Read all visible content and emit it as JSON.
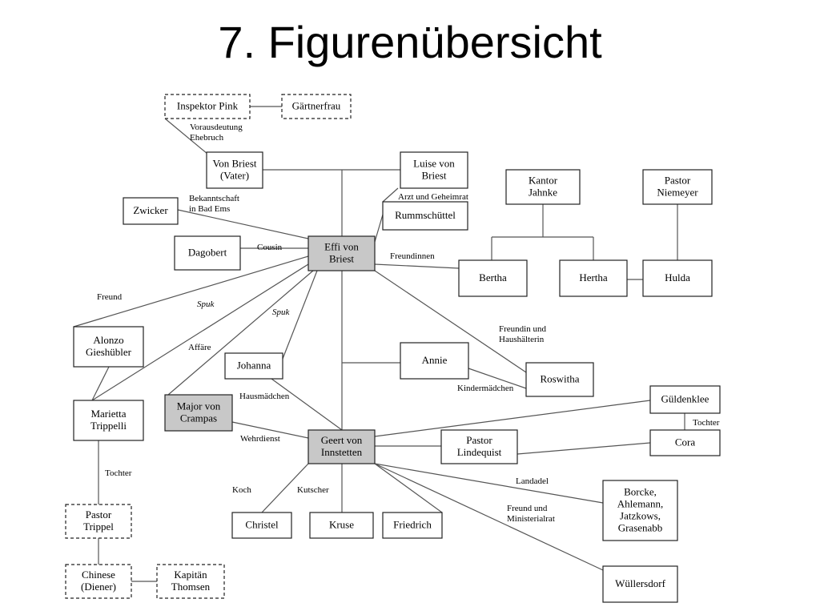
{
  "slide": {
    "title": "7. Figurenübersicht"
  },
  "nodes": [
    {
      "id": "inspektor-pink",
      "lines": [
        "Inspektor Pink"
      ],
      "style": "dashed"
    },
    {
      "id": "gaertnerfrau",
      "lines": [
        "Gärtnerfrau"
      ],
      "style": "dashed"
    },
    {
      "id": "von-briest",
      "lines": [
        "Von Briest",
        "(Vater)"
      ],
      "style": "solid"
    },
    {
      "id": "luise-von-briest",
      "lines": [
        "Luise von",
        "Briest"
      ],
      "style": "solid"
    },
    {
      "id": "rummschuettel",
      "lines": [
        "Rummschüttel"
      ],
      "style": "solid"
    },
    {
      "id": "zwicker",
      "lines": [
        "Zwicker"
      ],
      "style": "solid"
    },
    {
      "id": "dagobert",
      "lines": [
        "Dagobert"
      ],
      "style": "solid"
    },
    {
      "id": "effi-von-briest",
      "lines": [
        "Effi von",
        "Briest"
      ],
      "style": "filled"
    },
    {
      "id": "kantor-jahnke",
      "lines": [
        "Kantor",
        "Jahnke"
      ],
      "style": "solid"
    },
    {
      "id": "pastor-niemeyer",
      "lines": [
        "Pastor",
        "Niemeyer"
      ],
      "style": "solid"
    },
    {
      "id": "bertha",
      "lines": [
        "Bertha"
      ],
      "style": "solid"
    },
    {
      "id": "hertha",
      "lines": [
        "Hertha"
      ],
      "style": "solid"
    },
    {
      "id": "hulda",
      "lines": [
        "Hulda"
      ],
      "style": "solid"
    },
    {
      "id": "alonzo-gieshuebler",
      "lines": [
        "Alonzo",
        "Gieshübler"
      ],
      "style": "solid"
    },
    {
      "id": "johanna",
      "lines": [
        "Johanna"
      ],
      "style": "solid"
    },
    {
      "id": "annie",
      "lines": [
        "Annie"
      ],
      "style": "solid"
    },
    {
      "id": "roswitha",
      "lines": [
        "Roswitha"
      ],
      "style": "solid"
    },
    {
      "id": "marietta-trippelli",
      "lines": [
        "Marietta",
        "Trippelli"
      ],
      "style": "solid"
    },
    {
      "id": "major-von-crampas",
      "lines": [
        "Major von",
        "Crampas"
      ],
      "style": "filled"
    },
    {
      "id": "geert-von-innstetten",
      "lines": [
        "Geert von",
        "Innstetten"
      ],
      "style": "filled"
    },
    {
      "id": "pastor-lindequist",
      "lines": [
        "Pastor",
        "Lindequist"
      ],
      "style": "solid"
    },
    {
      "id": "gueldenklee",
      "lines": [
        "Güldenklee"
      ],
      "style": "solid"
    },
    {
      "id": "cora",
      "lines": [
        "Cora"
      ],
      "style": "solid"
    },
    {
      "id": "pastor-trippel",
      "lines": [
        "Pastor",
        "Trippel"
      ],
      "style": "dashed"
    },
    {
      "id": "christel",
      "lines": [
        "Christel"
      ],
      "style": "solid"
    },
    {
      "id": "kruse",
      "lines": [
        "Kruse"
      ],
      "style": "solid"
    },
    {
      "id": "friedrich",
      "lines": [
        "Friedrich"
      ],
      "style": "solid"
    },
    {
      "id": "borcke-group",
      "lines": [
        "Borcke,",
        "Ahlemann,",
        "Jatzkows,",
        "Grasenabb"
      ],
      "style": "solid"
    },
    {
      "id": "chinese",
      "lines": [
        "Chinese",
        "(Diener)"
      ],
      "style": "dashed"
    },
    {
      "id": "kapitaen-thomsen",
      "lines": [
        "Kapitän",
        "Thomsen"
      ],
      "style": "dashed"
    },
    {
      "id": "wuellersdorf",
      "lines": [
        "Wüllersdorf"
      ],
      "style": "solid"
    }
  ],
  "edge_labels": [
    {
      "id": "vorausdeutung",
      "lines": [
        "Vorausdeutung",
        "Ehebruch"
      ],
      "italic": false
    },
    {
      "id": "bekanntschaft",
      "lines": [
        "Bekanntschaft",
        "in Bad Ems"
      ],
      "italic": false
    },
    {
      "id": "arzt",
      "lines": [
        "Arzt und Geheimrat"
      ],
      "italic": false
    },
    {
      "id": "cousin",
      "lines": [
        "Cousin"
      ],
      "italic": false
    },
    {
      "id": "freundinnen",
      "lines": [
        "Freundinnen"
      ],
      "italic": false
    },
    {
      "id": "freund",
      "lines": [
        "Freund"
      ],
      "italic": false
    },
    {
      "id": "spuk-1",
      "lines": [
        "Spuk"
      ],
      "italic": true
    },
    {
      "id": "spuk-2",
      "lines": [
        "Spuk"
      ],
      "italic": true
    },
    {
      "id": "affaere",
      "lines": [
        "Affäre"
      ],
      "italic": false
    },
    {
      "id": "freundin-haushaelterin",
      "lines": [
        "Freundin und",
        "Haushälterin"
      ],
      "italic": false
    },
    {
      "id": "hausmaedchen",
      "lines": [
        "Hausmädchen"
      ],
      "italic": false
    },
    {
      "id": "kindermaedchen",
      "lines": [
        "Kindermädchen"
      ],
      "italic": false
    },
    {
      "id": "wehrdienst",
      "lines": [
        "Wehrdienst"
      ],
      "italic": false
    },
    {
      "id": "tochter-cora",
      "lines": [
        "Tochter"
      ],
      "italic": false
    },
    {
      "id": "tochter-trippelli",
      "lines": [
        "Tochter"
      ],
      "italic": false
    },
    {
      "id": "koch",
      "lines": [
        "Koch"
      ],
      "italic": false
    },
    {
      "id": "kutscher",
      "lines": [
        "Kutscher"
      ],
      "italic": false
    },
    {
      "id": "landadel",
      "lines": [
        "Landadel"
      ],
      "italic": false
    },
    {
      "id": "freund-ministerialrat",
      "lines": [
        "Freund und",
        "Ministerialrat"
      ],
      "italic": false
    }
  ],
  "colors": {
    "filled_node": "#c8c8c8",
    "line": "#555555"
  }
}
